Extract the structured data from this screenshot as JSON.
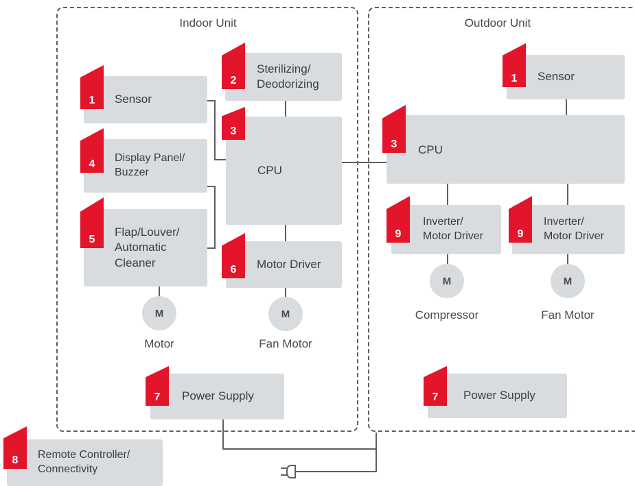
{
  "indoor": {
    "title": "Indoor Unit",
    "sensor": {
      "badge": "1",
      "label": "Sensor"
    },
    "sterilizing": {
      "badge": "2",
      "label": "Sterilizing/\nDeodorizing"
    },
    "cpu": {
      "badge": "3",
      "label": "CPU"
    },
    "display": {
      "badge": "4",
      "label": "Display Panel/\nBuzzer"
    },
    "flap": {
      "badge": "5",
      "label": "Flap/Louver/\nAutomatic\nCleaner"
    },
    "motor_driver": {
      "badge": "6",
      "label": "Motor Driver"
    },
    "power": {
      "badge": "7",
      "label": "Power Supply"
    },
    "motor_left": {
      "symbol": "M",
      "caption": "Motor"
    },
    "motor_right": {
      "symbol": "M",
      "caption": "Fan Motor"
    }
  },
  "outdoor": {
    "title": "Outdoor Unit",
    "sensor": {
      "badge": "1",
      "label": "Sensor"
    },
    "cpu": {
      "badge": "3",
      "label": "CPU"
    },
    "inverter_left": {
      "badge": "9",
      "label": "Inverter/\nMotor Driver"
    },
    "inverter_right": {
      "badge": "9",
      "label": "Inverter/\nMotor Driver"
    },
    "power": {
      "badge": "7",
      "label": "Power Supply"
    },
    "motor_left": {
      "symbol": "M",
      "caption": "Compressor"
    },
    "motor_right": {
      "symbol": "M",
      "caption": "Fan Motor"
    }
  },
  "remote": {
    "badge": "8",
    "label": "Remote Controller/\nConnectivity"
  },
  "colors": {
    "badge": "#e3152b",
    "box": "#d9dcdf",
    "line": "#5f5f5f"
  },
  "icons": {
    "plug": "power-plug-icon"
  }
}
